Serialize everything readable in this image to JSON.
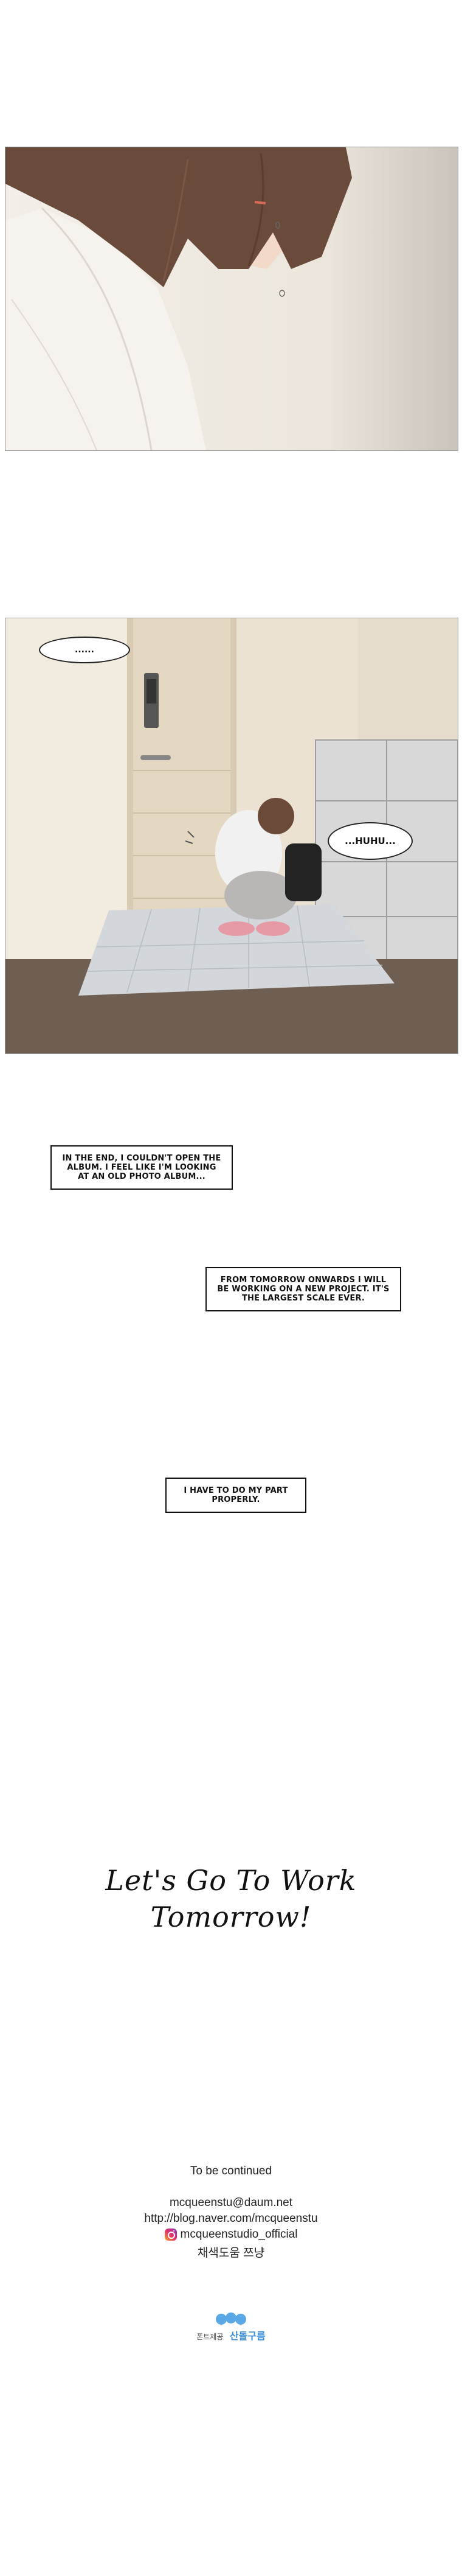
{
  "panel2": {
    "speech_top": "......",
    "speech_right": "...HUHU..."
  },
  "captions": [
    "In the end, I couldn't open the album. I feel like I'm looking at an old photo album...",
    "From tomorrow onwards I will be working on a new project. It's the largest scale ever.",
    "I have to do my part properly."
  ],
  "title": {
    "line1": "Let's Go To Work",
    "line2": "Tomorrow!"
  },
  "credits": {
    "to_be_continued": "To be continued",
    "email": "mcqueenstu@daum.net",
    "blog": "http://blog.naver.com/mcqueenstu",
    "instagram": "mcqueenstudio_official",
    "assist": "채색도움 쯔냥"
  },
  "font_credit": {
    "label": "폰트제공",
    "brand": "산돌구름"
  },
  "colors": {
    "cloud_blue": "#5aa9e6",
    "brand_blue": "#3b8fd6"
  }
}
